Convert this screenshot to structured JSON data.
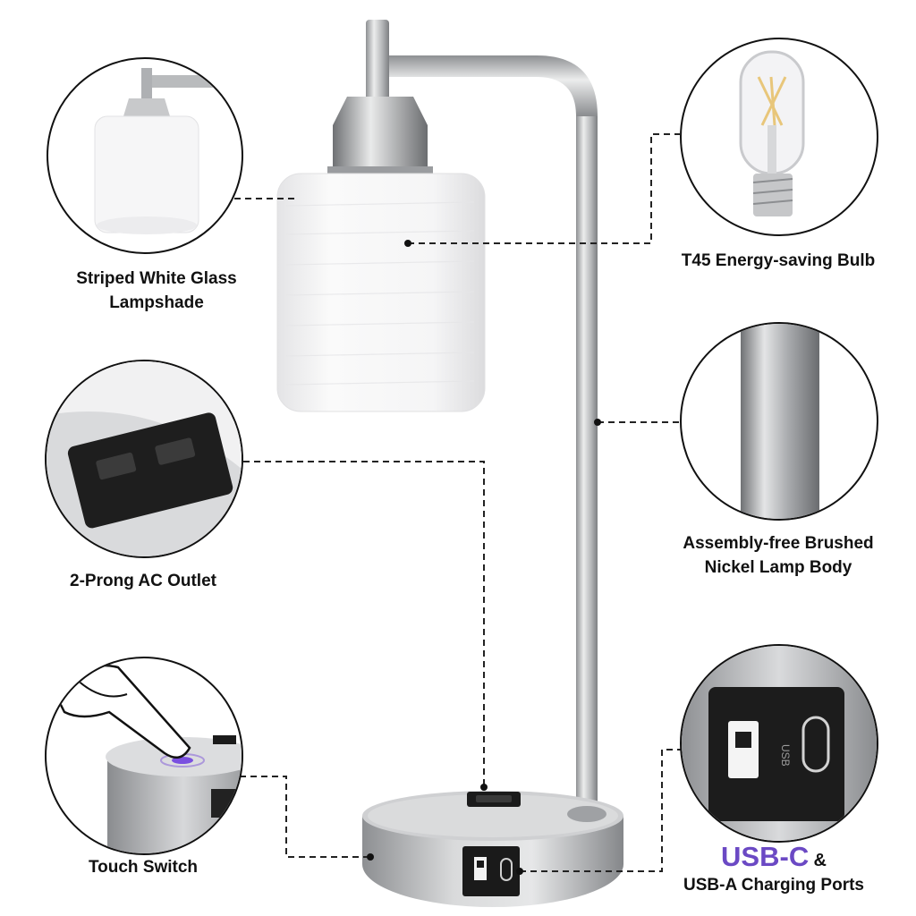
{
  "features": {
    "lampshade": {
      "line1": "Striped White Glass",
      "line2": "Lampshade",
      "icon": "lampshade-icon"
    },
    "bulb": {
      "line1": "T45 Energy-saving Bulb",
      "icon": "bulb-icon"
    },
    "outlet": {
      "line1": "2-Prong AC Outlet",
      "icon": "outlet-icon"
    },
    "body": {
      "line1": "Assembly-free Brushed",
      "line2": "Nickel Lamp Body",
      "icon": "lamp-body-icon"
    },
    "touch": {
      "line1": "Touch Switch",
      "icon": "touch-switch-icon"
    },
    "usb": {
      "highlight": "USB-C",
      "connector": "&",
      "line2": "USB-A Charging Ports",
      "port_label": "USB",
      "icon": "usb-port-icon"
    }
  },
  "colors": {
    "accent": "#6b49c4",
    "line": "#222222",
    "nickel": "#c8c9cb"
  }
}
